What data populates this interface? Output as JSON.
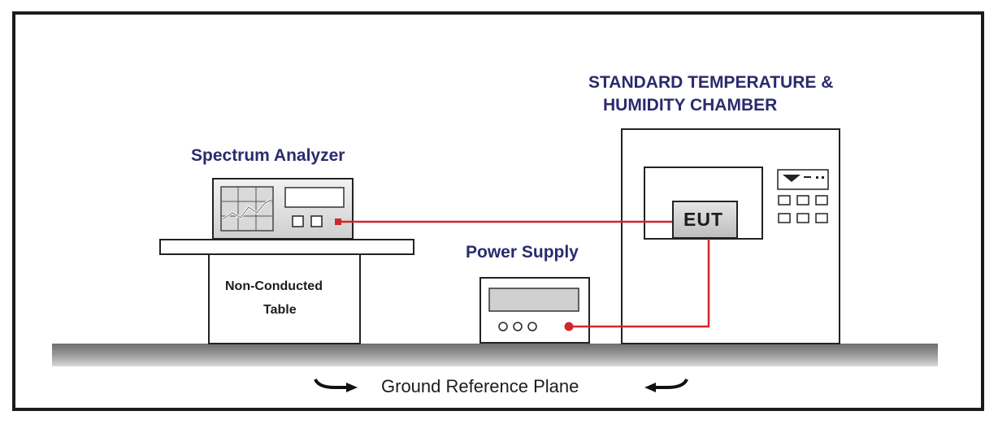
{
  "labels": {
    "chamber_line1": "STANDARD TEMPERATURE &",
    "chamber_line2": "HUMIDITY CHAMBER",
    "spectrum_analyzer": "Spectrum Analyzer",
    "power_supply": "Power Supply",
    "table_line1": "Non-Conducted",
    "table_line2": "Table",
    "eut": "EUT",
    "ground_plane": "Ground Reference Plane"
  },
  "colors": {
    "cable": "#d0272c",
    "title_text": "#2b2a6e",
    "outline": "#222222",
    "panel_gray": "#c8c8c8",
    "ground_gray": "#8a8a8a"
  }
}
